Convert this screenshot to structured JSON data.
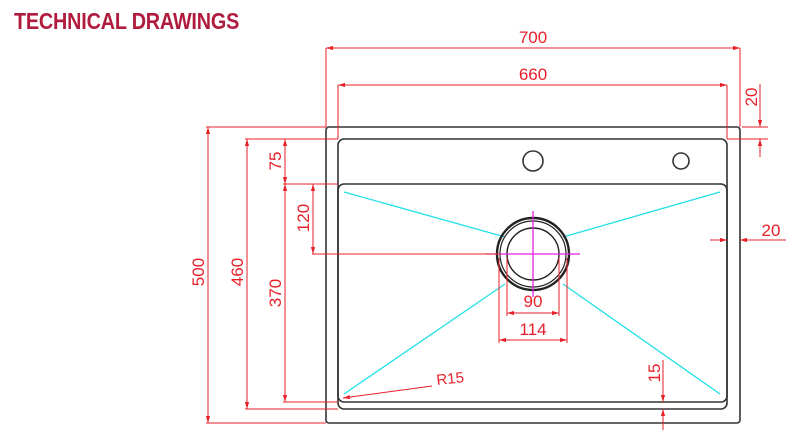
{
  "header": {
    "title": "TECHNICAL DRAWINGS"
  },
  "colors": {
    "title": "#b01c3e",
    "dimension": "#e8202a",
    "outline": "#333333",
    "slope_lines": "#22e0e8",
    "center_lines": "#e020e0"
  },
  "dimensions": {
    "overall_width": "700",
    "bowl_width": "660",
    "top_rim_offset": "20",
    "side_rim": "20",
    "overall_depth": "500",
    "inner_depth": "460",
    "bowl_depth": "370",
    "deck_depth": "75",
    "drain_offset": "120",
    "drain_inner_diameter": "90",
    "drain_outer_diameter": "114",
    "bottom_margin": "15",
    "corner_radius": "R15"
  },
  "features": {
    "tap_holes": 2,
    "drain": "center drain with cross-slope lines to corners"
  }
}
